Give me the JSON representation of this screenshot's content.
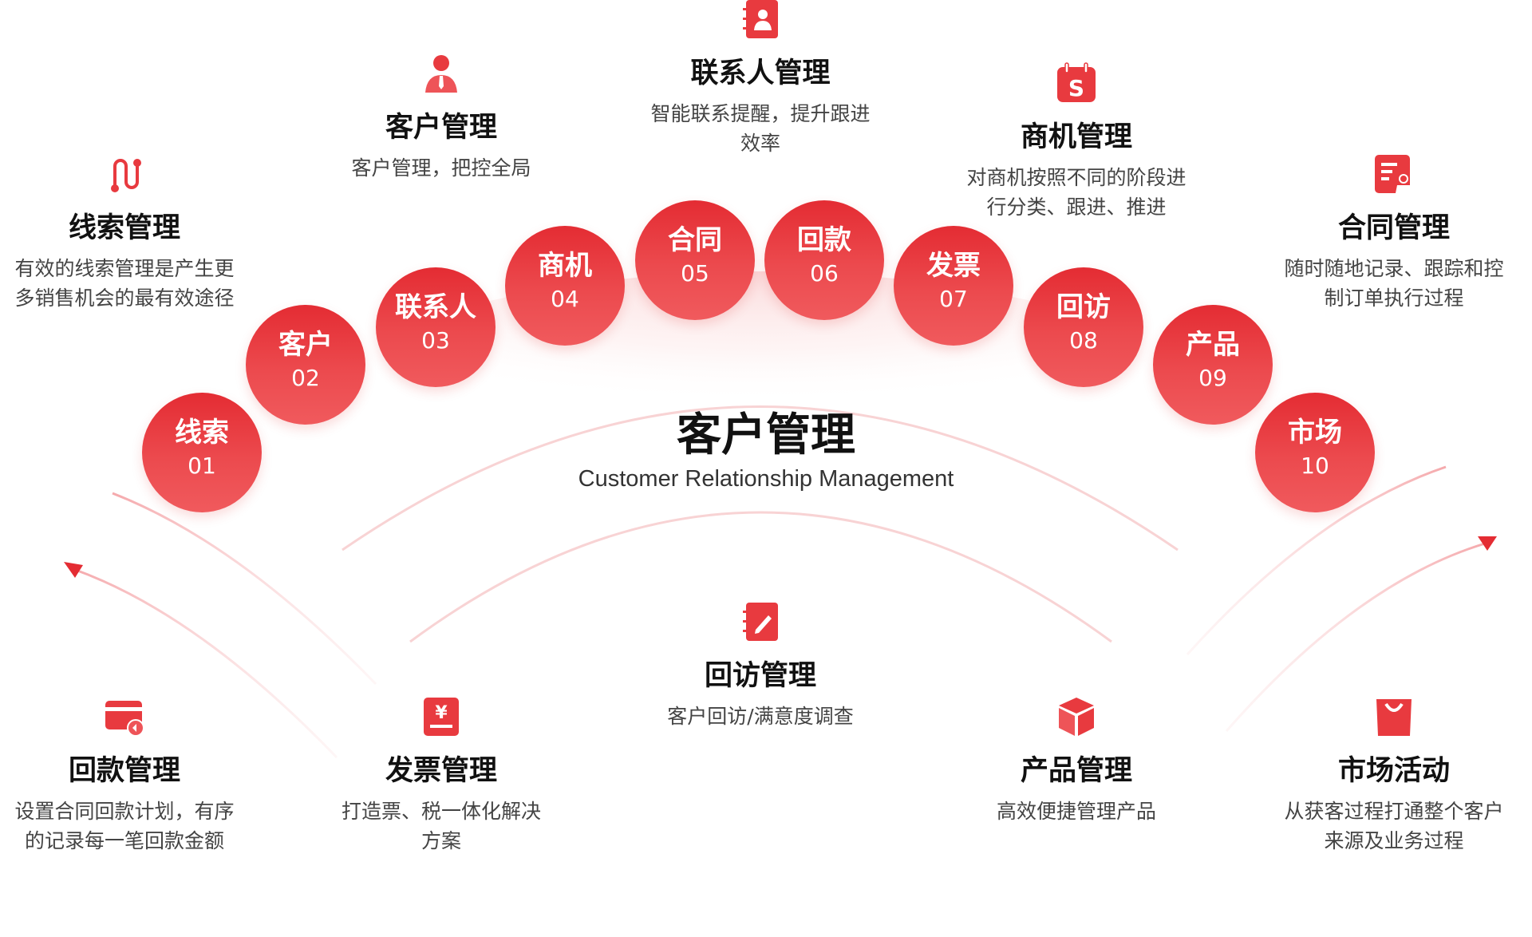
{
  "center": {
    "title": "客户管理",
    "subtitle": "Customer Relationship Management"
  },
  "colors": {
    "accent": "#e83a3f",
    "line": "#f7c9cb"
  },
  "steps": [
    {
      "label": "线索",
      "num": "01"
    },
    {
      "label": "客户",
      "num": "02"
    },
    {
      "label": "联系人",
      "num": "03"
    },
    {
      "label": "商机",
      "num": "04"
    },
    {
      "label": "合同",
      "num": "05"
    },
    {
      "label": "回款",
      "num": "06"
    },
    {
      "label": "发票",
      "num": "07"
    },
    {
      "label": "回访",
      "num": "08"
    },
    {
      "label": "产品",
      "num": "09"
    },
    {
      "label": "市场",
      "num": "10"
    }
  ],
  "features": [
    {
      "icon": "route-icon",
      "title": "线索管理",
      "desc": [
        "有效的线索管理是产生更",
        "多销售机会的最有效途径"
      ]
    },
    {
      "icon": "person-tie-icon",
      "title": "客户管理",
      "desc": [
        "客户管理，把控全局"
      ]
    },
    {
      "icon": "contact-book-icon",
      "title": "联系人管理",
      "desc": [
        "智能联系提醒，提升跟进",
        "效率"
      ]
    },
    {
      "icon": "opportunity-calendar-icon",
      "title": "商机管理",
      "desc": [
        "对商机按照不同的阶段进",
        "行分类、跟进、推进"
      ]
    },
    {
      "icon": "contract-seal-icon",
      "title": "合同管理",
      "desc": [
        "随时随地记录、跟踪和控",
        "制订单执行过程"
      ]
    },
    {
      "icon": "notebook-pen-icon",
      "title": "回访管理",
      "desc": [
        "客户回访/满意度调查"
      ]
    },
    {
      "icon": "payment-card-icon",
      "title": "回款管理",
      "desc": [
        "设置合同回款计划，有序",
        "的记录每一笔回款金额"
      ]
    },
    {
      "icon": "invoice-yen-icon",
      "title": "发票管理",
      "desc": [
        "打造票、税一体化解决",
        "方案"
      ]
    },
    {
      "icon": "product-box-icon",
      "title": "产品管理",
      "desc": [
        "高效便捷管理产品"
      ]
    },
    {
      "icon": "shopping-bag-icon",
      "title": "市场活动",
      "desc": [
        "从获客过程打通整个客户",
        "来源及业务过程"
      ]
    }
  ]
}
